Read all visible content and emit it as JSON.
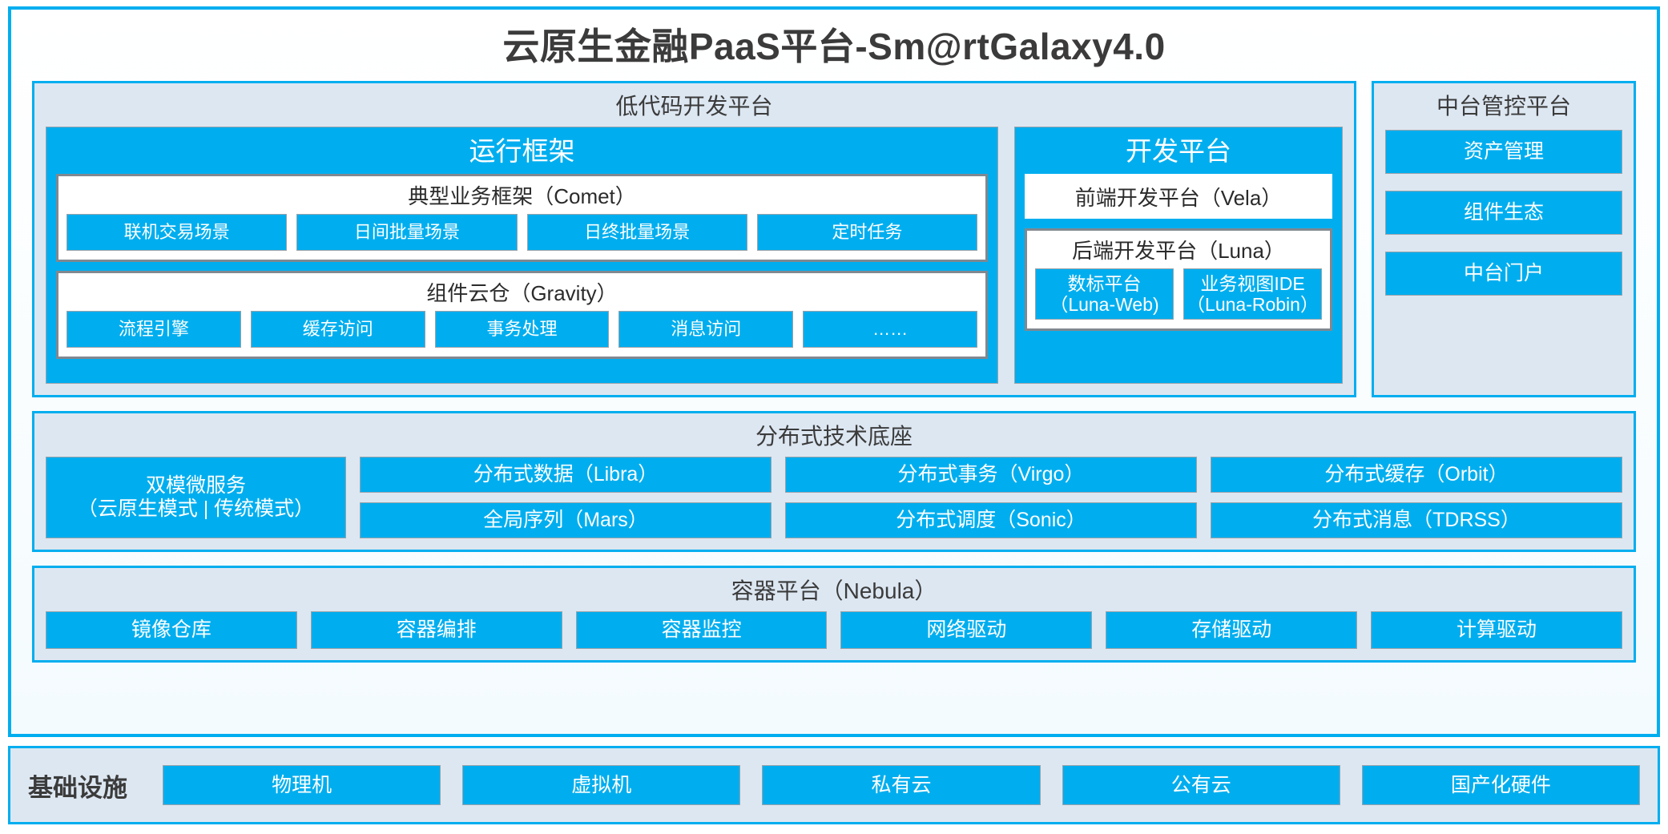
{
  "platform": {
    "title": "云原生金融PaaS平台-Sm@rtGalaxy4.0"
  },
  "colors": {
    "accent_blue": "#00AEEF",
    "panel_bg": "#DDE7F2",
    "box_border_gray": "#808890",
    "text_dark": "#3B3B3B"
  },
  "lowcode": {
    "title": "低代码开发平台",
    "runtime": {
      "title": "运行框架",
      "comet": {
        "title": "典型业务框架（Comet）",
        "items": [
          {
            "label": "联机交易场景"
          },
          {
            "label": "日间批量场景"
          },
          {
            "label": "日终批量场景"
          },
          {
            "label": "定时任务"
          }
        ]
      },
      "gravity": {
        "title": "组件云仓（Gravity）",
        "items": [
          {
            "label": "流程引擎"
          },
          {
            "label": "缓存访问"
          },
          {
            "label": "事务处理"
          },
          {
            "label": "消息访问"
          },
          {
            "label": "……"
          }
        ]
      }
    },
    "devplatform": {
      "title": "开发平台",
      "frontend": {
        "label": "前端开发平台（Vela）"
      },
      "backend": {
        "title": "后端开发平台（Luna）",
        "items": [
          {
            "line1": "数标平台",
            "line2": "（Luna-Web)"
          },
          {
            "line1": "业务视图IDE",
            "line2": "（Luna-Robin）"
          }
        ]
      }
    }
  },
  "control_platform": {
    "title": "中台管控平台",
    "items": [
      {
        "label": "资产管理"
      },
      {
        "label": "组件生态"
      },
      {
        "label": "中台门户"
      }
    ]
  },
  "tech_base": {
    "title": "分布式技术底座",
    "microservice": {
      "line1": "双模微服务",
      "line2": "（云原生模式 | 传统模式）"
    },
    "columns": [
      {
        "top": "分布式数据（Libra）",
        "bottom": "全局序列（Mars）"
      },
      {
        "top": "分布式事务（Virgo）",
        "bottom": "分布式调度（Sonic）"
      },
      {
        "top": "分布式缓存（Orbit）",
        "bottom": "分布式消息（TDRSS）"
      }
    ]
  },
  "container_platform": {
    "title": "容器平台（Nebula）",
    "items": [
      {
        "label": "镜像仓库"
      },
      {
        "label": "容器编排"
      },
      {
        "label": "容器监控"
      },
      {
        "label": "网络驱动"
      },
      {
        "label": "存储驱动"
      },
      {
        "label": "计算驱动"
      }
    ]
  },
  "infrastructure": {
    "label": "基础设施",
    "items": [
      {
        "label": "物理机"
      },
      {
        "label": "虚拟机"
      },
      {
        "label": "私有云"
      },
      {
        "label": "公有云"
      },
      {
        "label": "国产化硬件"
      }
    ]
  }
}
